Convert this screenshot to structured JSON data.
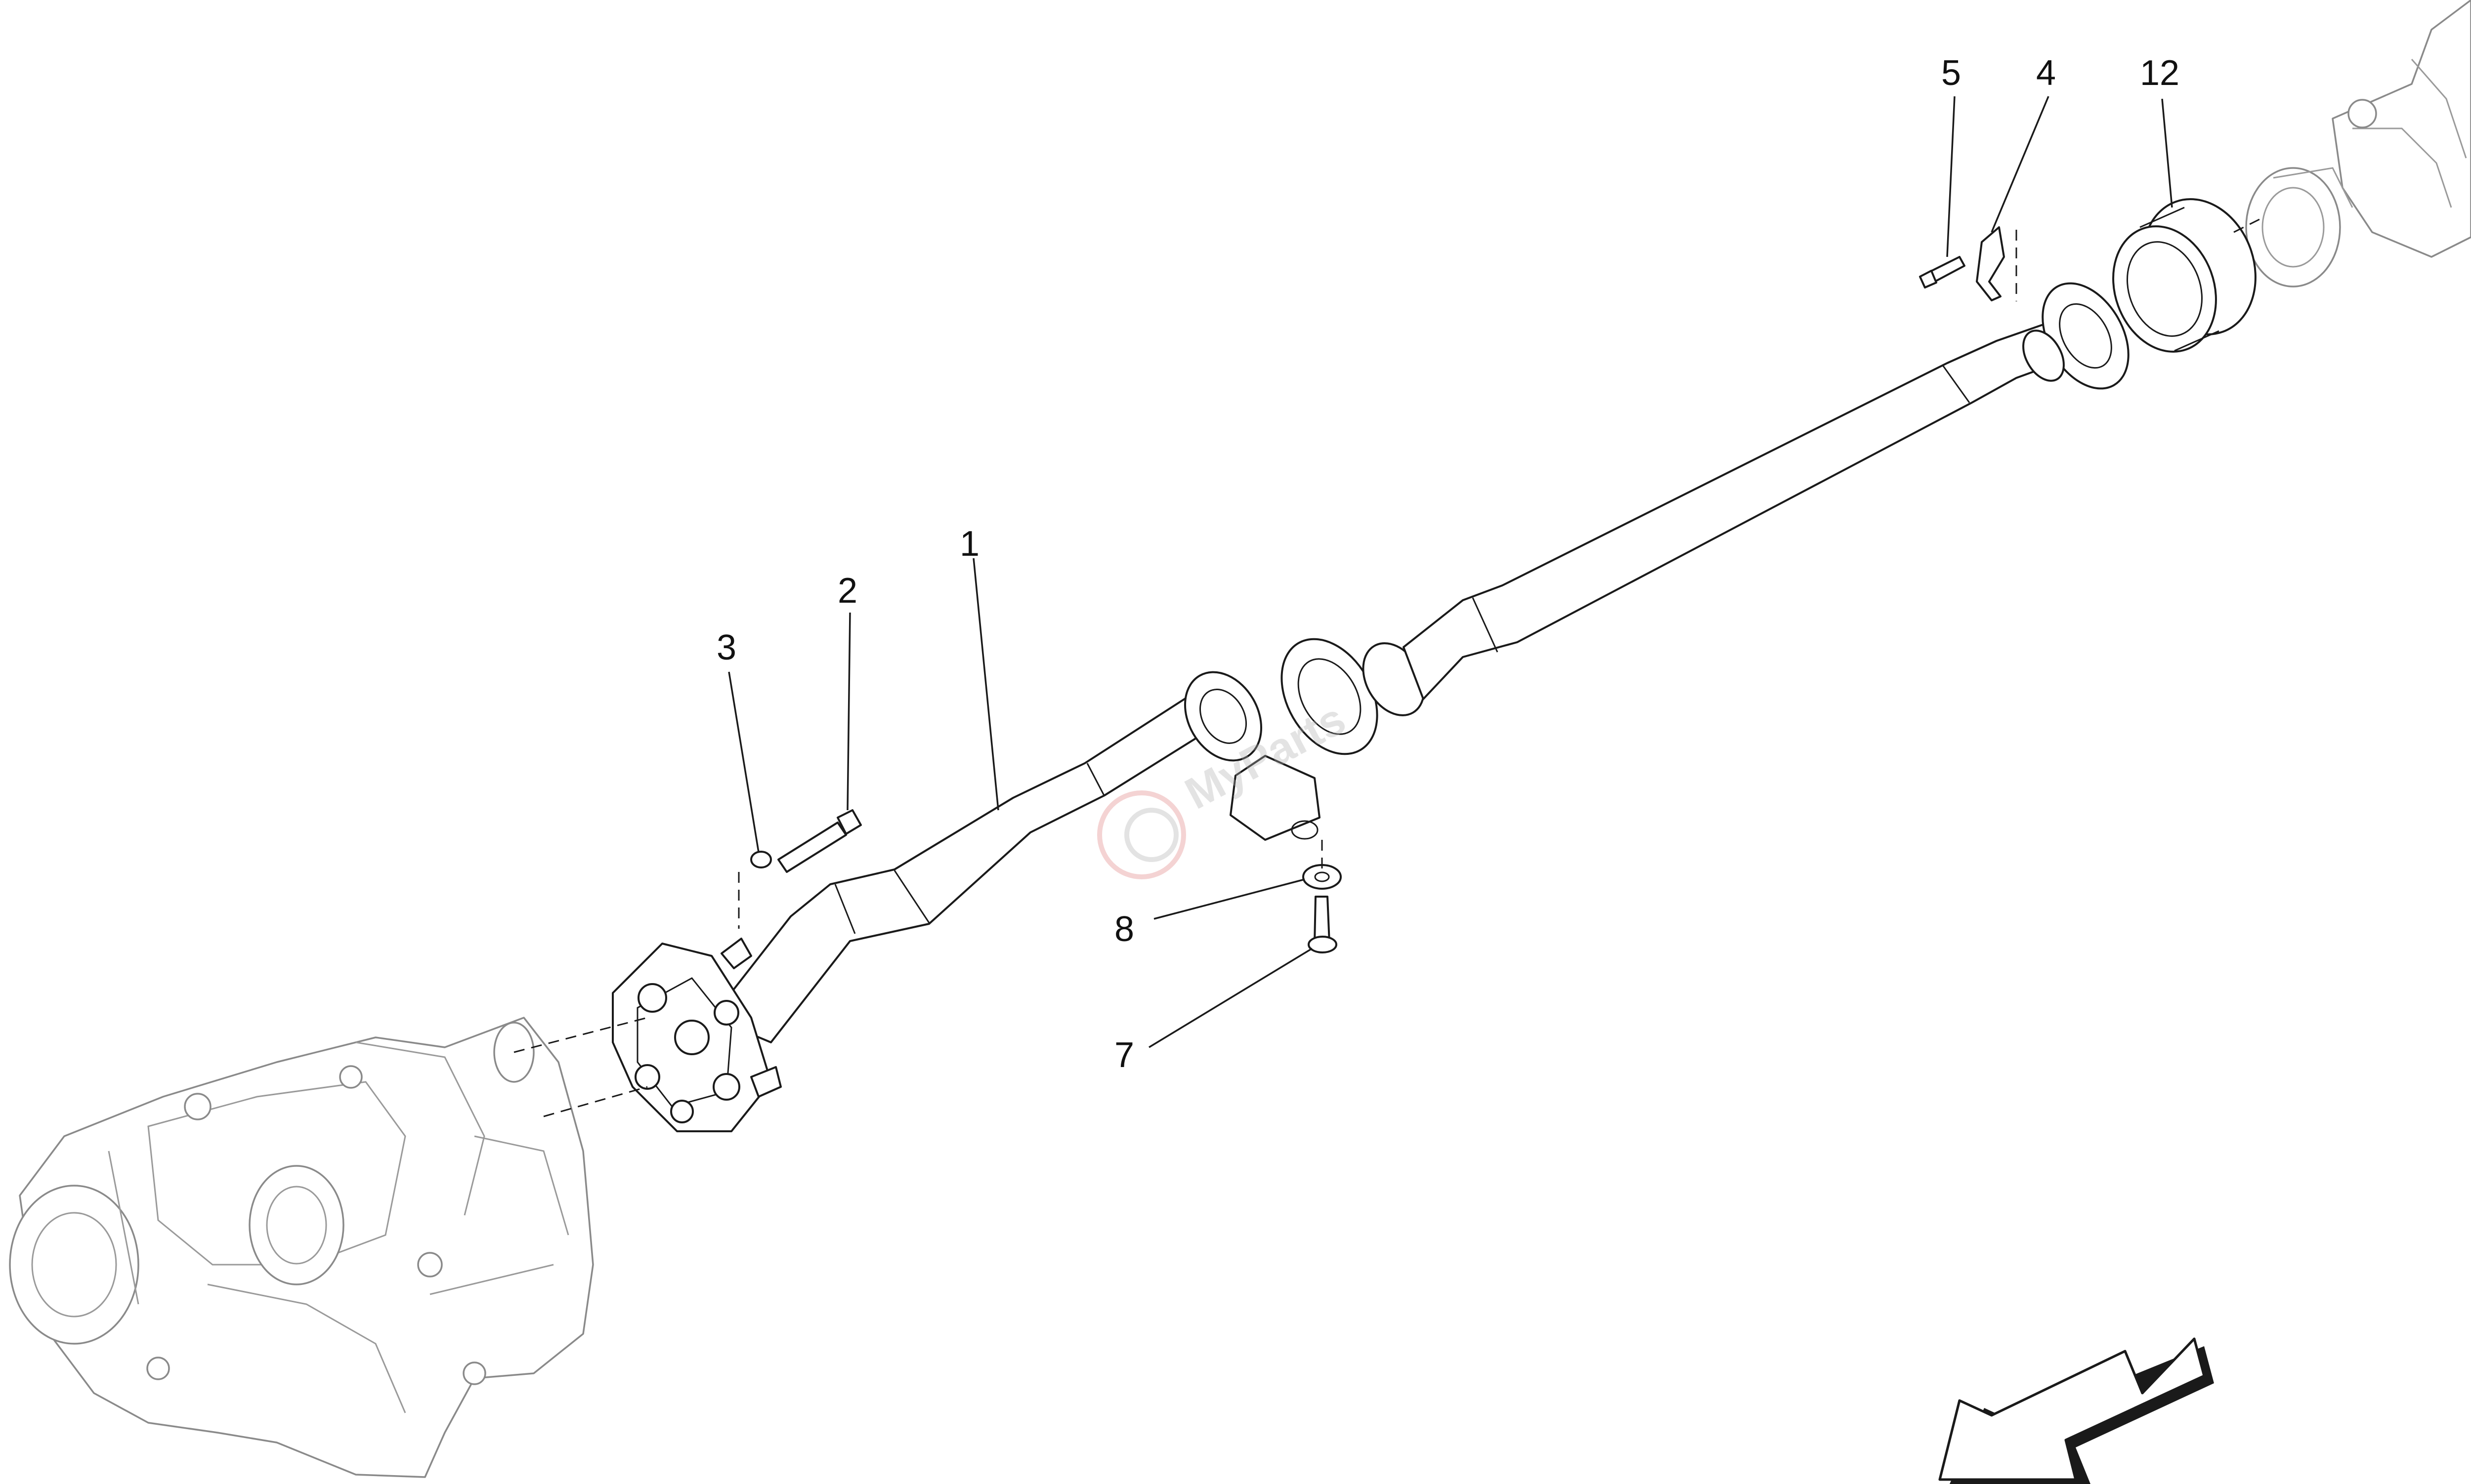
{
  "callouts": [
    {
      "id": "1",
      "text": "1"
    },
    {
      "id": "2",
      "text": "2"
    },
    {
      "id": "3",
      "text": "3"
    },
    {
      "id": "4",
      "text": "4"
    },
    {
      "id": "5",
      "text": "5"
    },
    {
      "id": "7",
      "text": "7"
    },
    {
      "id": "8",
      "text": "8"
    },
    {
      "id": "12",
      "text": "12"
    }
  ],
  "watermark": {
    "text": "MyParts"
  },
  "colors": {
    "line": "#1a1a1a",
    "ghost": "#8a8a8a",
    "watermark": "#e08080"
  }
}
